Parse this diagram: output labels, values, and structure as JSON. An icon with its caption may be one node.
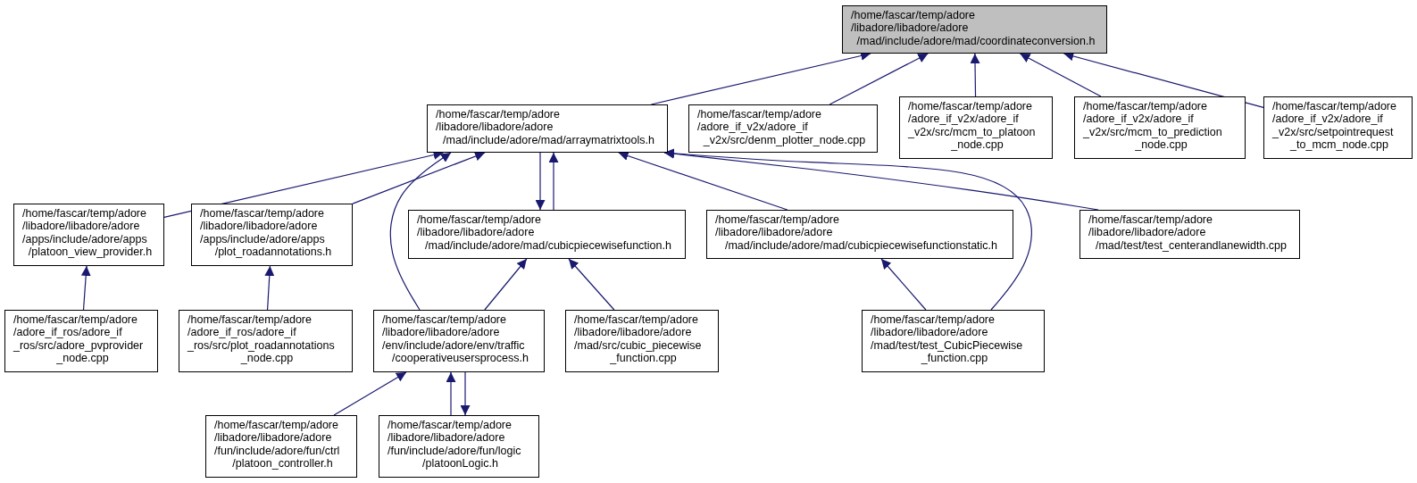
{
  "diagram": {
    "nodes": [
      {
        "text": [
          "/home/fascar/temp/adore /libadore/libadore/adore /mad/include/adore/mad/coordinateconversion.h"
        ]
      },
      {
        "text": [
          "/home/fascar/temp/adore /libadore/libadore/adore /mad/include/adore/mad/arraymatrixtools.h"
        ]
      },
      {
        "text": [
          "/home/fascar/temp/adore /adore_if_v2x/adore_if _v2x/src/denm_plotter_node.cpp"
        ]
      },
      {
        "text": [
          "/home/fascar/temp/adore /adore_if_v2x/adore_if _v2x/src/mcm_to_platoon _node.cpp"
        ]
      },
      {
        "text": [
          "/home/fascar/temp/adore /adore_if_v2x/adore_if _v2x/src/mcm_to_prediction _node.cpp"
        ]
      },
      {
        "text": [
          "/home/fascar/temp/adore /adore_if_v2x/adore_if _v2x/src/setpointrequest _to_mcm_node.cpp"
        ]
      },
      {
        "text": [
          "/home/fascar/temp/adore /libadore/libadore/adore /apps/include/adore/apps /platoon_view_provider.h"
        ]
      },
      {
        "text": [
          "/home/fascar/temp/adore /libadore/libadore/adore /apps/include/adore/apps /plot_roadannotations.h"
        ]
      },
      {
        "text": [
          "/home/fascar/temp/adore /libadore/libadore/adore /mad/include/adore/mad/cubicpiecewisefunction.h"
        ]
      },
      {
        "text": [
          "/home/fascar/temp/adore /libadore/libadore/adore /mad/include/adore/mad/cubicpiecewisefunctionstatic.h"
        ]
      },
      {
        "text": [
          "/home/fascar/temp/adore /libadore/libadore/adore /mad/test/test_centerandlanewidth.cpp"
        ]
      },
      {
        "text": [
          "/home/fascar/temp/adore /adore_if_ros/adore_if _ros/src/adore_pvprovider _node.cpp"
        ]
      },
      {
        "text": [
          "/home/fascar/temp/adore /adore_if_ros/adore_if _ros/src/plot_roadannotations _node.cpp"
        ]
      },
      {
        "text": [
          "/home/fascar/temp/adore /libadore/libadore/adore /env/include/adore/env/traffic /cooperativeusersprocess.h"
        ]
      },
      {
        "text": [
          "/home/fascar/temp/adore /libadore/libadore/adore /mad/src/cubic_piecewise _function.cpp"
        ]
      },
      {
        "text": [
          "/home/fascar/temp/adore /libadore/libadore/adore /mad/test/test_CubicPiecewise _function.cpp"
        ]
      },
      {
        "text": [
          "/home/fascar/temp/adore /libadore/libadore/adore /fun/include/adore/fun/ctrl /platoon_controller.h"
        ]
      },
      {
        "text": [
          "/home/fascar/temp/adore /libadore/libadore/adore /fun/include/adore/fun/logic /platoonLogic.h"
        ]
      }
    ],
    "edges": [
      {
        "from": 1,
        "to": 0,
        "arrow": "to"
      },
      {
        "from": 2,
        "to": 0,
        "arrow": "to"
      },
      {
        "from": 3,
        "to": 0,
        "arrow": "to"
      },
      {
        "from": 4,
        "to": 0,
        "arrow": "to"
      },
      {
        "from": 5,
        "to": 0,
        "arrow": "to"
      },
      {
        "from": 6,
        "to": 1,
        "arrow": "to"
      },
      {
        "from": 7,
        "to": 1,
        "arrow": "to"
      },
      {
        "from": 13,
        "to": 1,
        "arrow": "to"
      },
      {
        "from": 8,
        "to": 1,
        "arrow": "to"
      },
      {
        "from": 1,
        "to": 8,
        "arrow": "to"
      },
      {
        "from": 9,
        "to": 1,
        "arrow": "to"
      },
      {
        "from": 15,
        "to": 1,
        "arrow": "to"
      },
      {
        "from": 10,
        "to": 1,
        "arrow": "to"
      },
      {
        "from": 11,
        "to": 6,
        "arrow": "to"
      },
      {
        "from": 12,
        "to": 7,
        "arrow": "to"
      },
      {
        "from": 13,
        "to": 8,
        "arrow": "to"
      },
      {
        "from": 14,
        "to": 8,
        "arrow": "to"
      },
      {
        "from": 15,
        "to": 9,
        "arrow": "to"
      },
      {
        "from": 16,
        "to": 13,
        "arrow": "to"
      },
      {
        "from": 17,
        "to": 13,
        "arrow": "to"
      },
      {
        "from": 13,
        "to": 17,
        "arrow": "to"
      }
    ]
  }
}
